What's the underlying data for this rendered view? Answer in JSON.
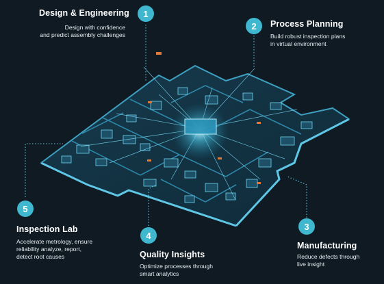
{
  "stages": [
    {
      "number": "1",
      "title": "Design & Engineering",
      "description": "Design with confidence\nand predict assembly challenges"
    },
    {
      "number": "2",
      "title": "Process Planning",
      "description": "Build robust inspection plans\nin virtual environment"
    },
    {
      "number": "3",
      "title": "Manufacturing",
      "description": "Reduce defects through\nlive insight"
    },
    {
      "number": "4",
      "title": "Quality Insights",
      "description": "Optimize processes through\nsmart analytics"
    },
    {
      "number": "5",
      "title": "Inspection Lab",
      "description": "Accelerate metrology, ensure\nreliability analyze, report,\ndetect root causes"
    }
  ],
  "colors": {
    "background": "#0f1a22",
    "badge": "#3fb8cf",
    "floor": "#123040",
    "wall": "#1f5a72",
    "glow": "#7fe3ff",
    "text": "#ffffff"
  }
}
